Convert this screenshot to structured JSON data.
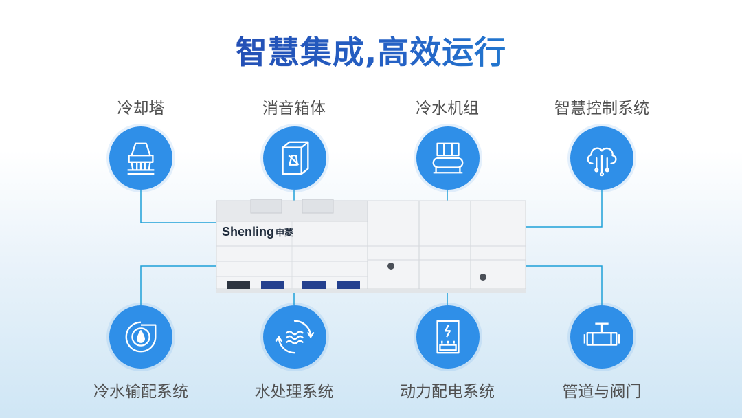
{
  "title": "智慧集成,高效运行",
  "brand": {
    "name": "Shenling",
    "name_cn": "申菱"
  },
  "colors": {
    "accent": "#2f8fe8",
    "line": "#1ea0d8",
    "title_start": "#23359e",
    "title_end": "#1ba7e4"
  },
  "top_components": [
    {
      "label": "冷却塔",
      "icon": "cooling-tower-icon"
    },
    {
      "label": "消音箱体",
      "icon": "silencer-box-icon"
    },
    {
      "label": "冷水机组",
      "icon": "chiller-unit-icon"
    },
    {
      "label": "智慧控制系统",
      "icon": "cloud-control-icon"
    }
  ],
  "bottom_components": [
    {
      "label": "冷水输配系统",
      "icon": "water-pump-icon"
    },
    {
      "label": "水处理系统",
      "icon": "water-treatment-icon"
    },
    {
      "label": "动力配电系统",
      "icon": "power-distribution-icon"
    },
    {
      "label": "管道与阀门",
      "icon": "pipe-valve-icon"
    }
  ]
}
